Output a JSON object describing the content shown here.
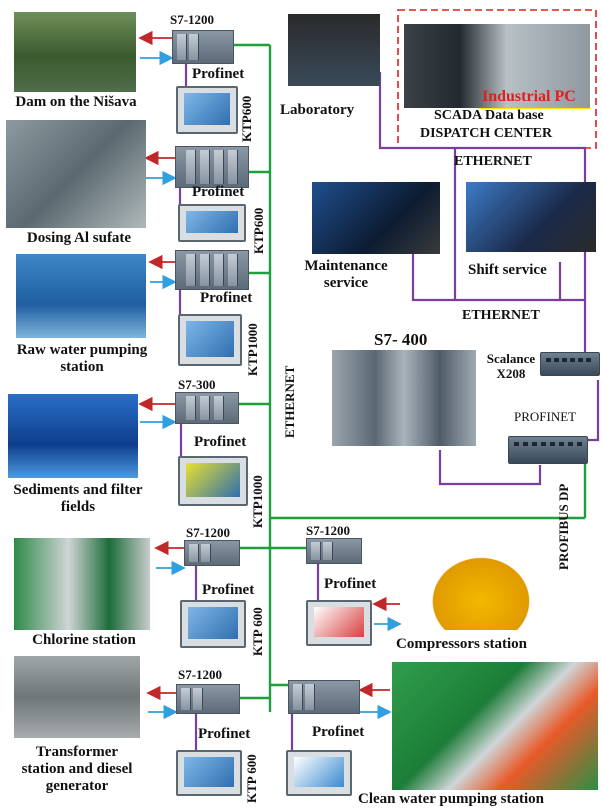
{
  "devices": {
    "plc_dam": "S7-1200",
    "plc_raw": "S7-300",
    "plc_main": "S7- 400",
    "plc_chlorine": "S7-1200",
    "plc_compressor": "S7-1200",
    "plc_transformer": "S7-1200",
    "switch": "Scalance X208"
  },
  "networks": {
    "profinet": "Profinet",
    "profinet_caps": "PROFINET",
    "profibus": "PROFIBUS DP",
    "ethernet": "ETHERNET"
  },
  "panels": {
    "dam": "KTP600",
    "dosing": "KTP600",
    "pumping": "KTP1000",
    "sediments": "KTP1000",
    "chlorine": "KTP 600",
    "transformer": "KTP 600"
  },
  "stations": {
    "dam": "Dam on the Nišava",
    "dosing": "Dosing Al sufate",
    "raw_water": "Raw water pumping station",
    "sediments": "Sediments and filter fields",
    "chlorine": "Chlorine station",
    "transformer": "Transformer station and diesel generator",
    "compressors": "Compressors station",
    "clean_water": "Clean water pumping station"
  },
  "center": {
    "laboratory": "Laboratory",
    "industrial_pc": "Industrial PC",
    "scada_line": "SCADA  Data base",
    "dispatch": "DISPATCH CENTER",
    "maintenance": "Maintenance service",
    "shift": "Shift service"
  },
  "colors": {
    "ethernet_line": "#1f9e3e",
    "profinet_line": "#7a3ea0",
    "output_arrow": "#c0282a",
    "input_arrow": "#2f9fe0",
    "dispatch_border": "#e02020",
    "industrial_pc_label": "#ffee00"
  }
}
